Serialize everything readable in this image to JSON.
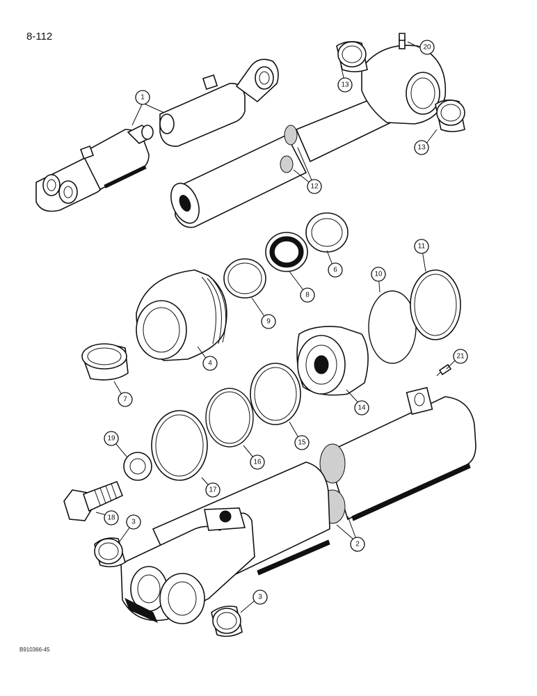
{
  "page": {
    "number": "8-112",
    "figure_code": "B910366-45"
  },
  "callouts": [
    "1",
    "20",
    "13",
    "13",
    "12",
    "6",
    "8",
    "9",
    "11",
    "10",
    "4",
    "7",
    "21",
    "14",
    "15",
    "16",
    "19",
    "17",
    "18",
    "3",
    "2",
    "3"
  ]
}
